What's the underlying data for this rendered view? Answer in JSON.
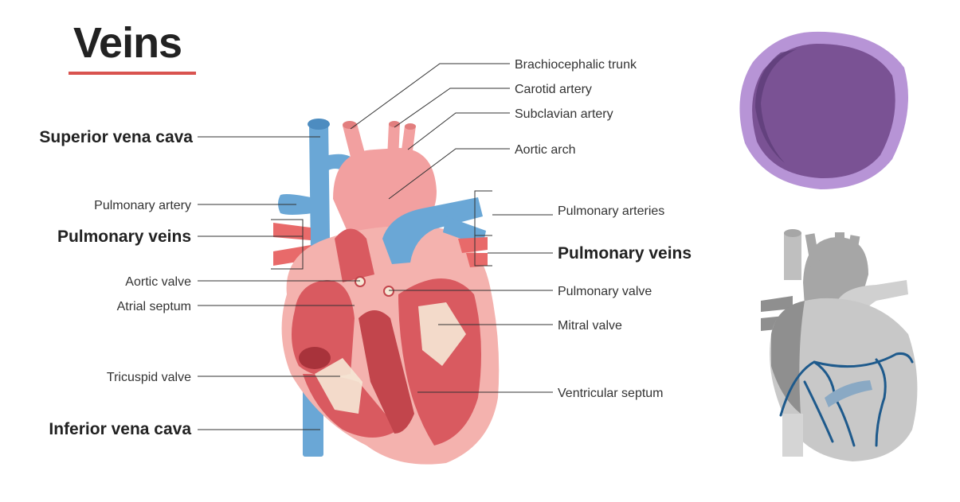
{
  "title": "Veins",
  "labels": {
    "superior_vena_cava": "Superior vena cava",
    "pulmonary_artery": "Pulmonary artery",
    "pulmonary_veins_left": "Pulmonary veins",
    "aortic_valve": "Aortic valve",
    "atrial_septum": "Atrial septum",
    "tricuspid_valve": "Tricuspid valve",
    "inferior_vena_cava": "Inferior vena cava",
    "brachiocephalic_trunk": "Brachiocephalic trunk",
    "carotid_artery": "Carotid artery",
    "subclavian_artery": "Subclavian artery",
    "aortic_arch": "Aortic arch",
    "pulmonary_arteries": "Pulmonary arteries",
    "pulmonary_veins_right": "Pulmonary veins",
    "pulmonary_valve": "Pulmonary valve",
    "mitral_valve": "Mitral valve",
    "ventricular_septum": "Ventricular septum"
  },
  "colors": {
    "vein_blue": "#6aa7d6",
    "artery_pink": "#f2a0a0",
    "heart_wall": "#f4b2ae",
    "chamber_red": "#d95a60",
    "muscle_dark": "#c2454c",
    "valve_cream": "#f5e8d6",
    "vein_cross_section_outer": "#b794d6",
    "vein_cross_section_inner": "#7a5294",
    "coronary_vein": "#1e5a8c",
    "title_underline": "#d9534f"
  }
}
